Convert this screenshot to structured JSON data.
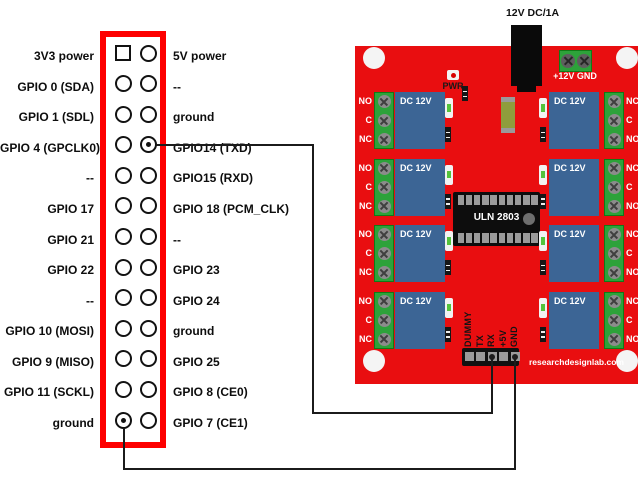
{
  "gpio_header": {
    "rows": [
      {
        "left": "3V3 power",
        "right": "5V power"
      },
      {
        "left": "GPIO 0 (SDA)",
        "right": "--"
      },
      {
        "left": "GPIO 1 (SDL)",
        "right": "ground"
      },
      {
        "left": "GPIO 4 (GPCLK0)",
        "right": "GPIO14 (TXD)"
      },
      {
        "left": "--",
        "right": "GPIO15 (RXD)"
      },
      {
        "left": "GPIO 17",
        "right": "GPIO 18 (PCM_CLK)"
      },
      {
        "left": "GPIO 21",
        "right": "--"
      },
      {
        "left": "GPIO 22",
        "right": "GPIO 23"
      },
      {
        "left": "--",
        "right": "GPIO 24"
      },
      {
        "left": "GPIO 10 (MOSI)",
        "right": "ground"
      },
      {
        "left": "GPIO 9 (MISO)",
        "right": "GPIO 25"
      },
      {
        "left": "GPIO 11 (SCKL)",
        "right": "GPIO 8 (CE0)"
      },
      {
        "left": "ground",
        "right": "GPIO 7 (CE1)"
      }
    ],
    "square_pin_row": 0,
    "connected_pins": [
      {
        "row": 3,
        "side": "right",
        "signal": "GPIO14 (TXD)"
      },
      {
        "row": 12,
        "side": "left",
        "signal": "ground"
      }
    ]
  },
  "relay_board": {
    "power_jack_label": "12V DC/1A",
    "power_terminal_label": "+12V GND",
    "pwr_led_label": "PWR",
    "ic_label": "ULN 2803",
    "relay_label": "DC 12V",
    "relay_count": 8,
    "left_terminal_labels": [
      "NO",
      "C",
      "NC"
    ],
    "right_terminal_labels": [
      "NC",
      "C",
      "NO"
    ],
    "serial_pins": [
      "DUMMY",
      "TX",
      "RX",
      "+5V",
      "GND"
    ],
    "watermark": "researchdesignlab.com"
  },
  "connections": [
    {
      "from": "GPIO14 (TXD)",
      "to": "RX"
    },
    {
      "from": "ground",
      "to": "GND"
    }
  ],
  "colors": {
    "board_red": "#e90e10",
    "outline_red": "#fe0000",
    "relay_blue": "#3c6595",
    "terminal_green": "#2da23a",
    "wire": "#1b1b1b"
  }
}
